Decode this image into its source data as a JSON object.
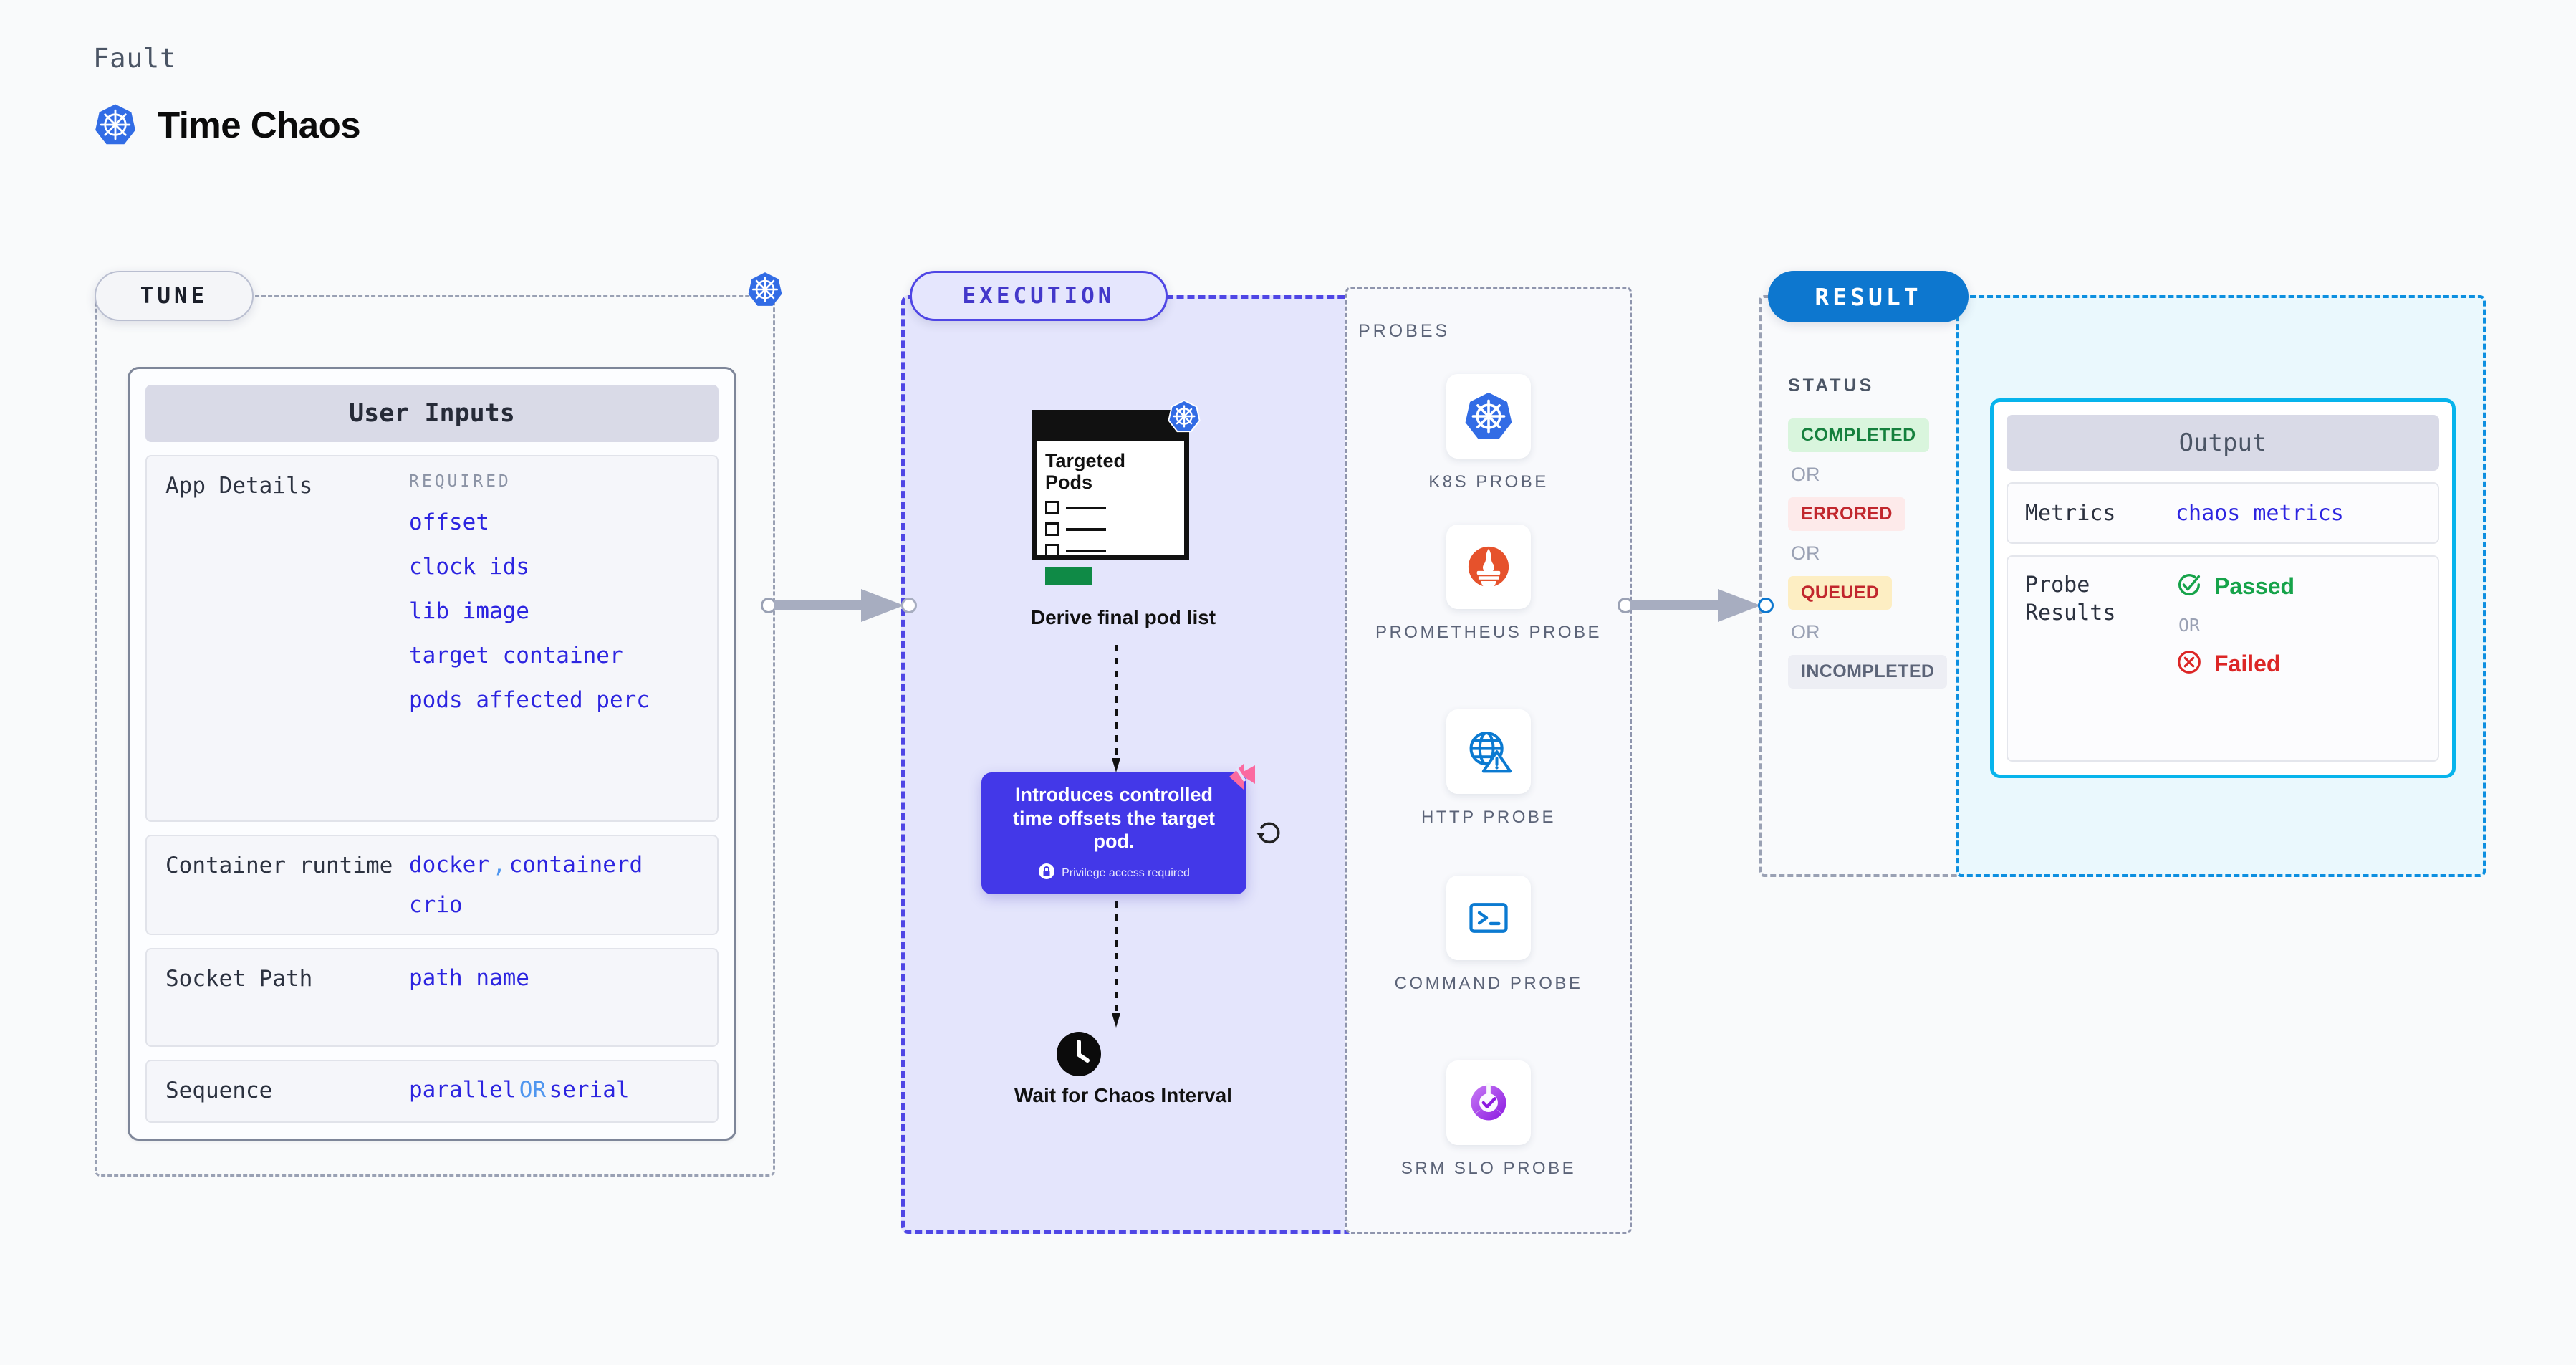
{
  "header": {
    "kicker": "Fault",
    "title": "Time Chaos",
    "logo_icon": "kubernetes-icon"
  },
  "tune": {
    "badge": "TUNE",
    "card_title": "User Inputs",
    "sections": [
      {
        "label": "App Details",
        "required_label": "REQUIRED",
        "values": [
          "offset",
          "clock ids",
          "lib image",
          "target container",
          "pods affected perc"
        ]
      },
      {
        "label": "Container runtime",
        "values_line1": [
          "docker",
          "containerd"
        ],
        "separator": ",",
        "values_line2": [
          "crio"
        ]
      },
      {
        "label": "Socket Path",
        "values": [
          "path name"
        ]
      },
      {
        "label": "Sequence",
        "value_a": "parallel",
        "value_or": "OR",
        "value_b": "serial"
      }
    ]
  },
  "execution": {
    "badge": "EXECUTION",
    "pods_card": {
      "title": "Targeted Pods",
      "row_count": 3,
      "badge_icon": "kubernetes-icon",
      "action_button_color": "#0f8a46"
    },
    "derive_label": "Derive final pod list",
    "description_box": {
      "text": "Introduces controlled time offsets the target pod.",
      "privilege_note": "Privilege access required",
      "privilege_icon": "lock-icon",
      "corner_icon": "pink-arrow-icon",
      "background": "#4338e8"
    },
    "refresh_icon": "refresh-icon",
    "wait_icon": "clock-icon",
    "wait_label": "Wait for Chaos Interval"
  },
  "probes": {
    "title": "PROBES",
    "items": [
      {
        "label": "K8S PROBE",
        "icon": "kubernetes-icon"
      },
      {
        "label": "PROMETHEUS PROBE",
        "icon": "prometheus-icon"
      },
      {
        "label": "HTTP PROBE",
        "icon": "globe-warning-icon"
      },
      {
        "label": "COMMAND PROBE",
        "icon": "terminal-icon"
      },
      {
        "label": "SRM SLO PROBE",
        "icon": "srm-slo-icon"
      }
    ]
  },
  "result": {
    "badge": "RESULT",
    "status_title": "STATUS",
    "or_label": "OR",
    "statuses": [
      {
        "label": "COMPLETED",
        "style": "chip-completed"
      },
      {
        "label": "ERRORED",
        "style": "chip-errored"
      },
      {
        "label": "QUEUED",
        "style": "chip-queued"
      },
      {
        "label": "INCOMPLETED",
        "style": "chip-incompleted"
      }
    ]
  },
  "output": {
    "title": "Output",
    "metrics_label": "Metrics",
    "metrics_value": "chaos metrics",
    "probe_results_label": "Probe Results",
    "passed_label": "Passed",
    "or_label": "OR",
    "failed_label": "Failed",
    "passed_icon": "check-circle-icon",
    "failed_icon": "x-circle-icon",
    "border_color": "#07b4ec"
  }
}
